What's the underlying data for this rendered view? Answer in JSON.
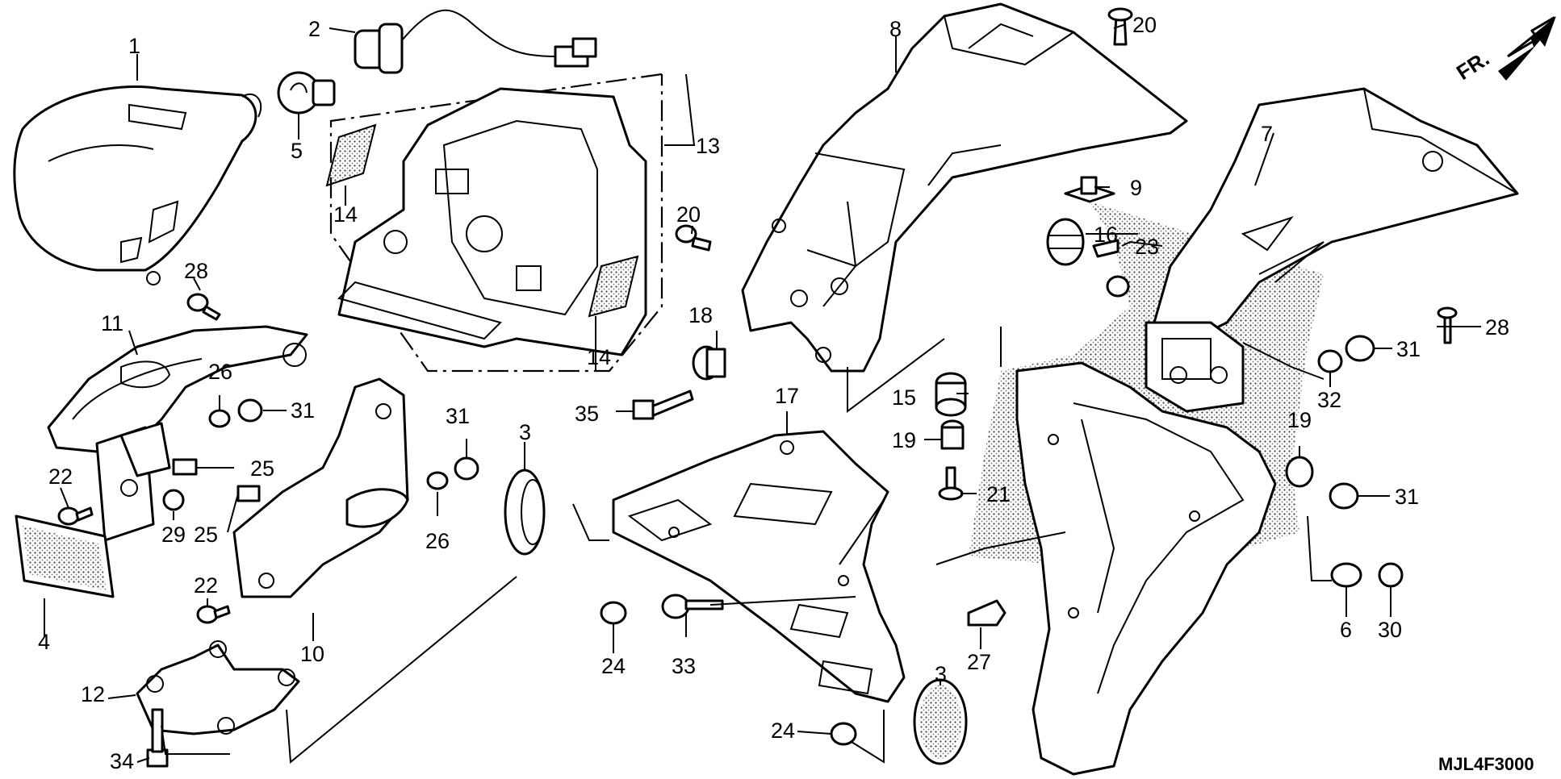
{
  "diagram": {
    "part_numbers": [
      "1",
      "2",
      "5",
      "14",
      "13",
      "8",
      "20",
      "9",
      "16",
      "23",
      "7",
      "28",
      "20",
      "18",
      "35",
      "11",
      "26",
      "31",
      "22",
      "25",
      "29",
      "25",
      "26",
      "31",
      "3",
      "17",
      "15",
      "19",
      "21",
      "32",
      "31",
      "19",
      "31",
      "4",
      "22",
      "10",
      "24",
      "33",
      "27",
      "6",
      "30",
      "12",
      "34",
      "24",
      "3",
      "28",
      "14"
    ],
    "diagram_code": "MJL4F3000",
    "direction_label": "FR."
  }
}
